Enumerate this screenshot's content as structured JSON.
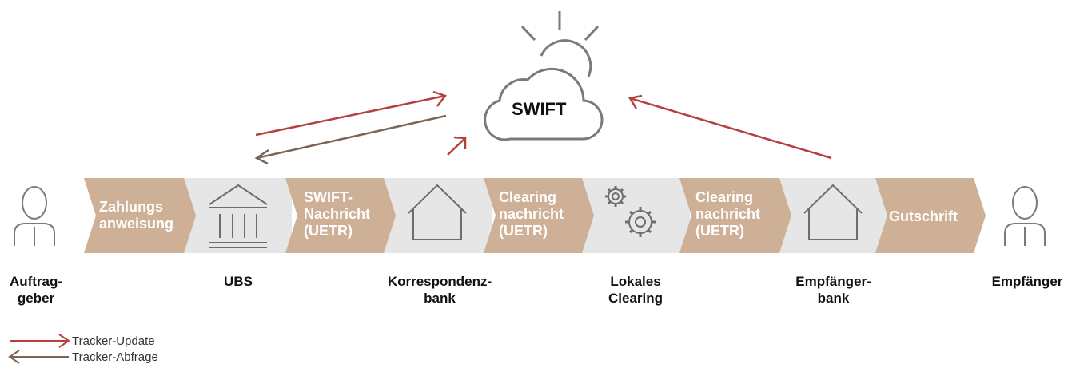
{
  "cloud": {
    "label": "SWIFT",
    "icon": "cloud-sun-icon"
  },
  "colors": {
    "tan": "#cdb096",
    "grey": "#e6e6e6",
    "update": "#b5403d",
    "query": "#7a6657",
    "icon": "#7a7a7a"
  },
  "process_steps": [
    {
      "label": "Zahlungs\nanweisung"
    },
    {
      "label": "SWIFT-\nNachricht\n(UETR)"
    },
    {
      "label": "Clearing\nnachricht\n(UETR)"
    },
    {
      "label": "Clearing\nnachricht\n(UETR)"
    },
    {
      "label": "Gutschrift"
    }
  ],
  "nodes": [
    {
      "label": "Auftrag-\ngeber",
      "icon": "person-icon"
    },
    {
      "label": "UBS",
      "icon": "bank-icon"
    },
    {
      "label": "Korrespondenz-\nbank",
      "icon": "house-icon"
    },
    {
      "label": "Lokales\nClearing",
      "icon": "gears-icon"
    },
    {
      "label": "Empfänger-\nbank",
      "icon": "house-icon"
    },
    {
      "label": "Empfänger",
      "icon": "person-icon"
    }
  ],
  "legend": [
    {
      "label": "Tracker-Update",
      "type": "update"
    },
    {
      "label": "Tracker-Abfrage",
      "type": "query"
    }
  ]
}
